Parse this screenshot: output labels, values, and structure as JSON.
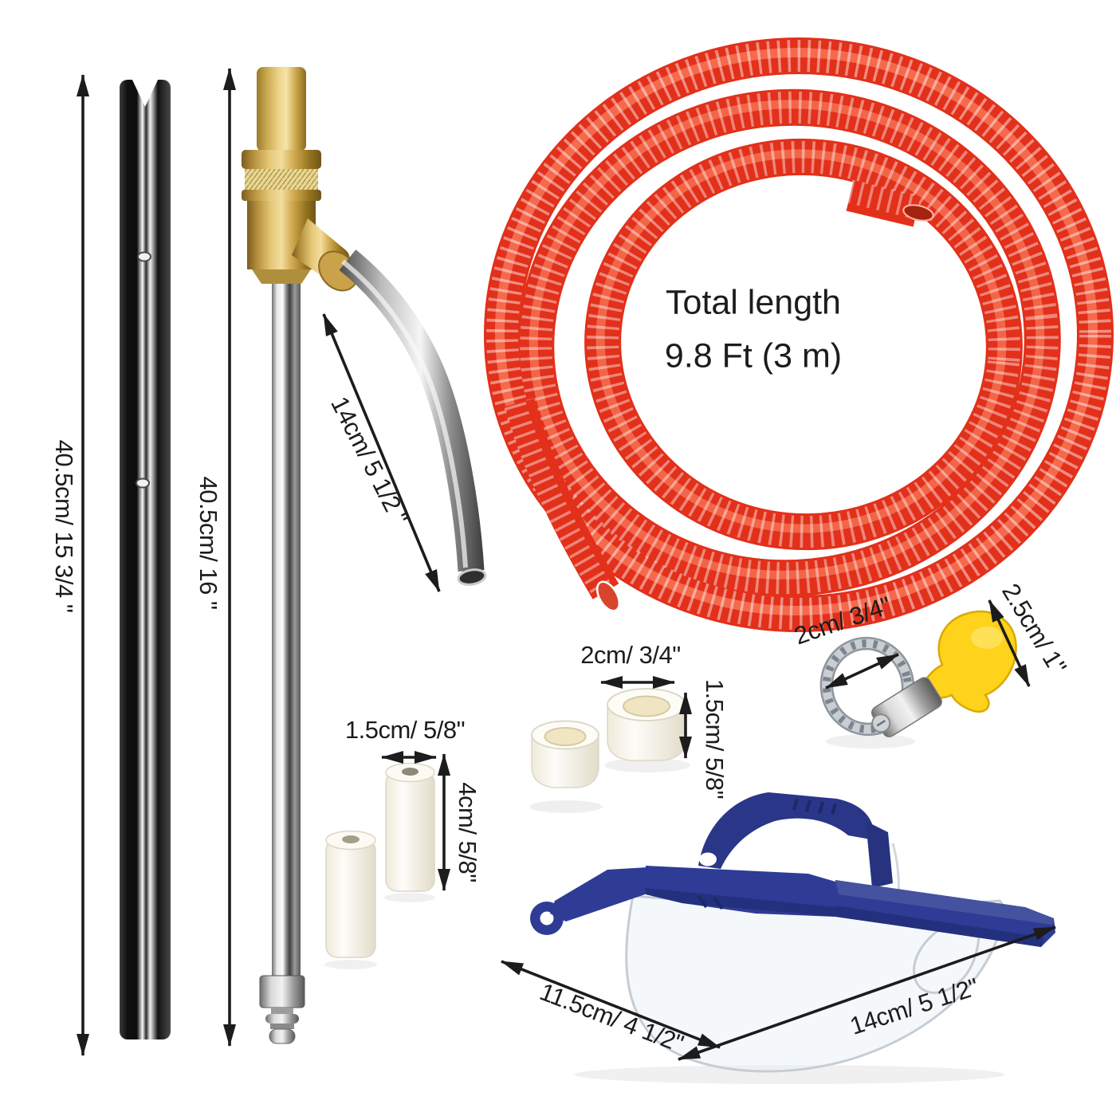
{
  "labels": {
    "probe_length": "40.5cm/ 15 3/4 \"",
    "wand_length": "40.5cm/ 16 \"",
    "nozzle_tube_length": "14cm/ 5 1/2 \"",
    "hose_line1": "Total length",
    "hose_line2": "9.8 Ft (3 m)",
    "ceramic_nozzle_diameter": "1.5cm/ 5/8\"",
    "ceramic_nozzle_length": "4cm/ 5/8\"",
    "ring_diameter": "2cm/ 3/4\"",
    "ring_height": "1.5cm/ 5/8\"",
    "clamp_diameter": "2cm/ 3/4\"",
    "clamp_key_length": "2.5cm/ 1\"",
    "glasses_height": "11.5cm/ 4 1/2\"",
    "glasses_width": "14cm/ 5 1/2\""
  },
  "depicted_items": [
    {
      "name": "sandblast-probe-tube",
      "dimension": "40.5cm/ 15 3/4 \""
    },
    {
      "name": "pressure-washer-wand",
      "dimension": "40.5cm/ 16 \""
    },
    {
      "name": "angled-suction-inlet-tube",
      "dimension": "14cm/ 5 1/2 \""
    },
    {
      "name": "red-suction-hose-coil",
      "dimension": "9.8 Ft (3 m)"
    },
    {
      "name": "ceramic-nozzle-tip",
      "count": 2,
      "dimension": "1.5cm/ 5/8\" x 4cm/ 5/8\""
    },
    {
      "name": "white-bushing-ring",
      "count": 2,
      "dimension": "2cm/ 3/4\" x 1.5cm/ 5/8\""
    },
    {
      "name": "hose-clamp",
      "dimension": "2cm/ 3/4\""
    },
    {
      "name": "clamp-thumb-key",
      "dimension": "2.5cm/ 1\""
    },
    {
      "name": "safety-glasses",
      "dimension": "11.5cm/ 4 1/2\" x 14cm/ 5 1/2\""
    }
  ],
  "colors": {
    "background": "#ffffff",
    "annotation_black": "#1c1c1c",
    "hose_red": "#e2301a",
    "brass_gold": "#d2ab55",
    "chrome_silver": "#c9c9c9",
    "ceramic_white": "#f6f2e6",
    "clamp_silver": "#c9ced4",
    "key_yellow": "#ffd21c",
    "glasses_blue": "#2e3c96"
  }
}
